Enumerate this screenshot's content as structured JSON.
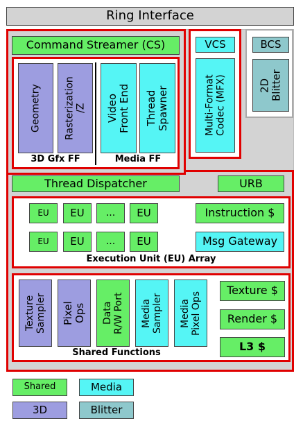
{
  "ring_interface": "Ring Interface",
  "command_streamer": "Command Streamer (CS)",
  "geometry": "Geometry",
  "rasterization": "Rasterization\n/Z",
  "video_front_end": "Video\nFront End",
  "thread_spawner": "Thread\nSpawner",
  "gfx_ff_label": "3D Gfx FF",
  "media_ff_label": "Media FF",
  "vcs": "VCS",
  "mfx": "Multi-Format\nCodec (MFX)",
  "bcs": "BCS",
  "blitter_2d": "2D\nBlitter",
  "thread_dispatcher": "Thread Dispatcher",
  "urb": "URB",
  "eu": "EU",
  "ellipsis": "...",
  "instruction_cache": "Instruction $",
  "msg_gateway": "Msg Gateway",
  "eu_array_label": "Execution Unit (EU) Array",
  "texture_sampler": "Texture\nSampler",
  "pixel_ops": "Pixel\nOps",
  "data_port": "Data\nR/W Port",
  "media_sampler": "Media\nSampler",
  "media_pixel_ops": "Media\nPixel Ops",
  "texture_cache": "Texture $",
  "render_cache": "Render $",
  "l3_cache": "L3 $",
  "shared_functions_label": "Shared Functions",
  "legend": {
    "shared": "Shared",
    "media": "Media",
    "d3": "3D",
    "blitter": "Blitter"
  },
  "colors": {
    "shared": "#66ee66",
    "media": "#55f5f5",
    "d3": "#9d9de0",
    "blitter": "#8ec8cc",
    "outline": "#e00000"
  }
}
